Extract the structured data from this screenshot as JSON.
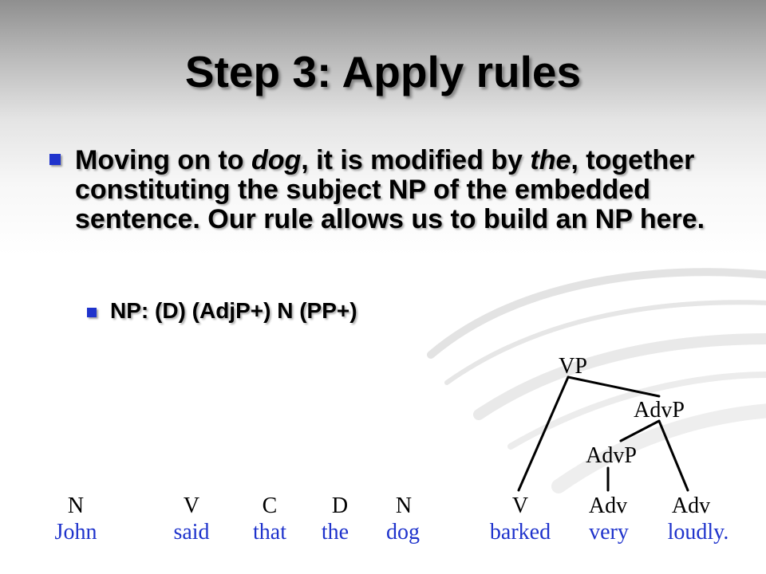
{
  "slide": {
    "title": "Step 3: Apply rules",
    "bullet": {
      "part1": "Moving on to ",
      "italic1": "dog",
      "part2": ", it is modified by ",
      "italic2": "the",
      "part3": ", together constituting the subject NP of the embedded sentence. Our rule allows us to build an NP here."
    },
    "sub_bullet": "NP: (D) (AdjP+) N (PP+)"
  },
  "colors": {
    "bullet_blue": "#1f33cc",
    "word_blue": "#1f33cc",
    "text": "#000000"
  },
  "tree": {
    "categories": [
      "N",
      "V",
      "C",
      "D",
      "N",
      "V",
      "Adv",
      "Adv"
    ],
    "words": [
      "John",
      "said",
      "that",
      "the",
      "dog",
      "barked",
      "very",
      "loudly."
    ],
    "phrases": {
      "vp": "VP",
      "advp_upper": "AdvP",
      "advp_lower": "AdvP"
    }
  }
}
